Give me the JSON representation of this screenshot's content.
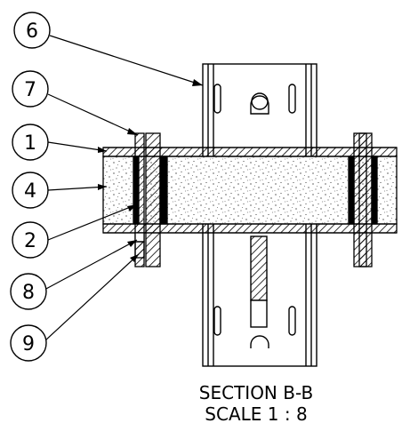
{
  "callouts": [
    {
      "id": "c6",
      "label": "6"
    },
    {
      "id": "c7",
      "label": "7"
    },
    {
      "id": "c1",
      "label": "1"
    },
    {
      "id": "c4",
      "label": "4"
    },
    {
      "id": "c2",
      "label": "2"
    },
    {
      "id": "c8",
      "label": "8"
    },
    {
      "id": "c9",
      "label": "9"
    }
  ],
  "caption": {
    "title": "SECTION B-B",
    "scale": "SCALE 1 : 8"
  },
  "colors": {
    "line": "#000000",
    "background": "#ffffff",
    "hatch": "#000000"
  }
}
